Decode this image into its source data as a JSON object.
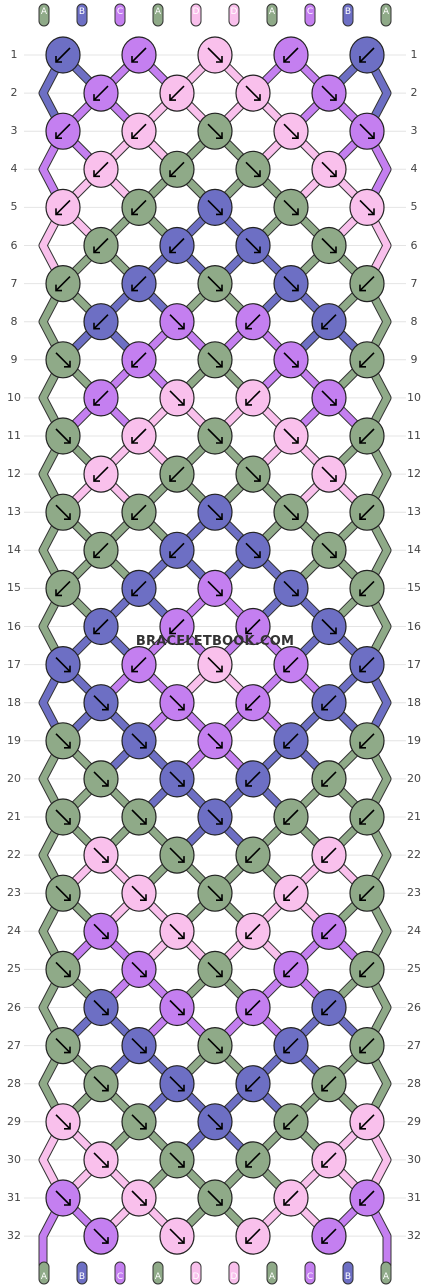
{
  "colors": {
    "A": "#8faa88",
    "B": "#6d6fc4",
    "C": "#c47ff0",
    "D": "#f9c0ec"
  },
  "strands": [
    "A",
    "B",
    "C",
    "A",
    "D",
    "D",
    "A",
    "C",
    "B",
    "A"
  ],
  "rows": [
    "1",
    "2",
    "3",
    "4",
    "5",
    "6",
    "7",
    "8",
    "9",
    "10",
    "11",
    "12",
    "13",
    "14",
    "15",
    "16",
    "17",
    "18",
    "19",
    "20",
    "21",
    "22",
    "23",
    "24",
    "25",
    "26",
    "27",
    "28",
    "29",
    "30",
    "31",
    "32"
  ],
  "knots": [
    [
      "B:sw",
      "C:sw",
      "D:se",
      "C:sw",
      "B:sw"
    ],
    [
      "C:sw",
      "D:sw",
      "D:se",
      "C:se"
    ],
    [
      "C:sw",
      "D:sw",
      "A:se",
      "D:se",
      "C:se"
    ],
    [
      "D:sw",
      "A:sw",
      "A:se",
      "D:se"
    ],
    [
      "D:sw",
      "A:sw",
      "B:se",
      "A:se",
      "D:se"
    ],
    [
      "A:sw",
      "B:sw",
      "B:se",
      "A:se"
    ],
    [
      "A:sw",
      "B:sw",
      "A:se",
      "B:se",
      "A:sw"
    ],
    [
      "B:sw",
      "C:nse",
      "C:snw",
      "B:sw"
    ],
    [
      "A:nse",
      "C:sw",
      "A:se",
      "C:se",
      "A:snw"
    ],
    [
      "C:sw",
      "D:nse",
      "D:snw",
      "C:se"
    ],
    [
      "A:nse",
      "D:sw",
      "A:se",
      "D:se",
      "A:snw"
    ],
    [
      "D:sw",
      "A:sw",
      "A:se",
      "D:se"
    ],
    [
      "A:nse",
      "A:sw",
      "B:se",
      "A:se",
      "A:snw"
    ],
    [
      "A:sw",
      "B:sw",
      "B:se",
      "A:se"
    ],
    [
      "A:sw",
      "B:sw",
      "C:se",
      "B:se",
      "A:sw"
    ],
    [
      "B:sw",
      "C:sw",
      "C:snw",
      "B:se"
    ],
    [
      "B:nse",
      "C:sw",
      "D:se",
      "C:sw",
      "B:snw"
    ],
    [
      "B:se",
      "C:se",
      "C:sw",
      "B:sw"
    ],
    [
      "A:se",
      "B:se",
      "C:se",
      "B:sw",
      "A:sw"
    ],
    [
      "A:se",
      "B:se",
      "B:sw",
      "A:sw"
    ],
    [
      "A:nse",
      "A:se",
      "B:se",
      "A:sw",
      "A:snw"
    ],
    [
      "D:se",
      "A:se",
      "A:sw",
      "D:sw"
    ],
    [
      "A:nse",
      "D:se",
      "A:se",
      "D:sw",
      "A:snw"
    ],
    [
      "C:se",
      "D:nse",
      "D:snw",
      "C:sw"
    ],
    [
      "A:nse",
      "C:se",
      "A:se",
      "C:sw",
      "A:snw"
    ],
    [
      "B:se",
      "C:nse",
      "C:snw",
      "B:sw"
    ],
    [
      "A:se",
      "B:se",
      "A:se",
      "B:sw",
      "A:sw"
    ],
    [
      "A:se",
      "B:se",
      "B:sw",
      "A:sw"
    ],
    [
      "D:se",
      "A:se",
      "B:se",
      "A:sw",
      "D:sw"
    ],
    [
      "D:se",
      "A:se",
      "A:sw",
      "D:sw"
    ],
    [
      "C:se",
      "D:se",
      "A:se",
      "D:sw",
      "C:sw"
    ],
    [
      "C:se",
      "D:se",
      "D:sw",
      "C:sw"
    ]
  ],
  "watermark": "BRACELETBOOK.COM"
}
